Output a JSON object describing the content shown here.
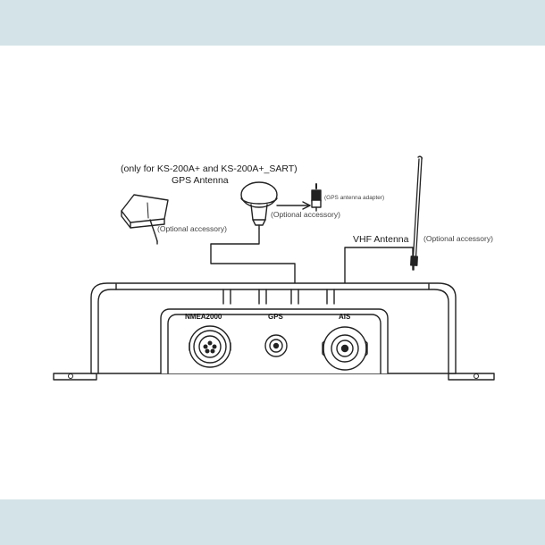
{
  "labels": {
    "note": "(only for KS-200A+ and KS-200A+_SART)",
    "gps_antenna": "GPS Antenna",
    "optional_1": "(Optional accessory)",
    "optional_2": "(Optional accessory)",
    "gps_adapter": "(GPS antenna adapter)",
    "vhf_antenna": "VHF Antenna",
    "optional_3": "(Optional accessory)",
    "port_nmea": "NMEA2000",
    "port_gps": "GPS",
    "port_ais": "AIS"
  },
  "colors": {
    "band": "#d3e3e8",
    "canvas": "#ffffff",
    "line": "#222222"
  },
  "icons": [
    "gps-puck-antenna-icon",
    "gps-mushroom-antenna-icon",
    "gps-antenna-adapter-icon",
    "vhf-whip-antenna-icon"
  ]
}
